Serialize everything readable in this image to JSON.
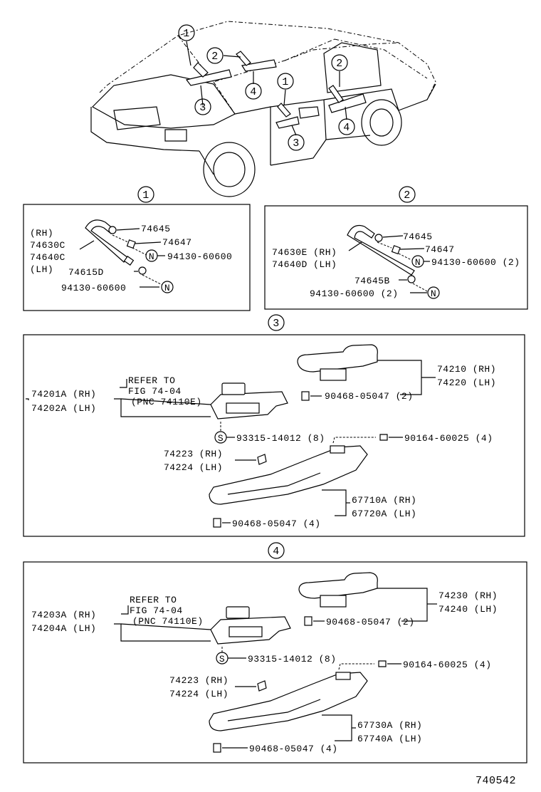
{
  "car_callouts": [
    "1",
    "2",
    "3",
    "4",
    "1",
    "2",
    "3",
    "4"
  ],
  "section_markers": [
    "1",
    "2",
    "3",
    "4"
  ],
  "box1": {
    "rh_tag": "(RH)",
    "part_rh": "74630C",
    "part_lh": "74640C",
    "lh_tag": "(LH)",
    "p74645": "74645",
    "p74647": "74647",
    "clip_note": "94130-60600",
    "p74615D": "74615D",
    "clip_note_bottom": "94130-60600",
    "n_mark": "N"
  },
  "box2": {
    "p74645": "74645",
    "p74647": "74647",
    "part_rh": "74630E (RH)",
    "part_lh": "74640D (LH)",
    "clip_note": "94130-60600 (2)",
    "p74645B": "74645B",
    "clip_note_bottom": "94130-60600 (2)",
    "n_mark": "N"
  },
  "box3": {
    "armrest_rh": "74210 (RH)",
    "armrest_lh": "74220 (LH)",
    "refer_to": "REFER TO",
    "fig_ref": "FIG 74-04",
    "pnc_ref": "(PNC 74110E)",
    "base_rh": "74201A (RH)",
    "base_lh": "74202A (LH)",
    "clip_2": "90468-05047 (2)",
    "screw": "93315-14012 (8)",
    "s_mark": "S",
    "bolt": "90164-60025 (4)",
    "cap_rh": "74223 (RH)",
    "cap_lh": "74224 (LH)",
    "pull_rh": "67710A (RH)",
    "pull_lh": "67720A (LH)",
    "clip_4": "90468-05047 (4)"
  },
  "box4": {
    "armrest_rh": "74230 (RH)",
    "armrest_lh": "74240 (LH)",
    "refer_to": "REFER TO",
    "fig_ref": "FIG 74-04",
    "pnc_ref": "(PNC 74110E)",
    "base_rh": "74203A (RH)",
    "base_lh": "74204A (LH)",
    "clip_2": "90468-05047 (2)",
    "screw": "93315-14012 (8)",
    "s_mark": "S",
    "bolt": "90164-60025 (4)",
    "cap_rh": "74223 (RH)",
    "cap_lh": "74224 (LH)",
    "pull_rh": "67730A (RH)",
    "pull_lh": "67740A (LH)",
    "clip_4": "90468-05047 (4)"
  },
  "figure_number": "740542"
}
